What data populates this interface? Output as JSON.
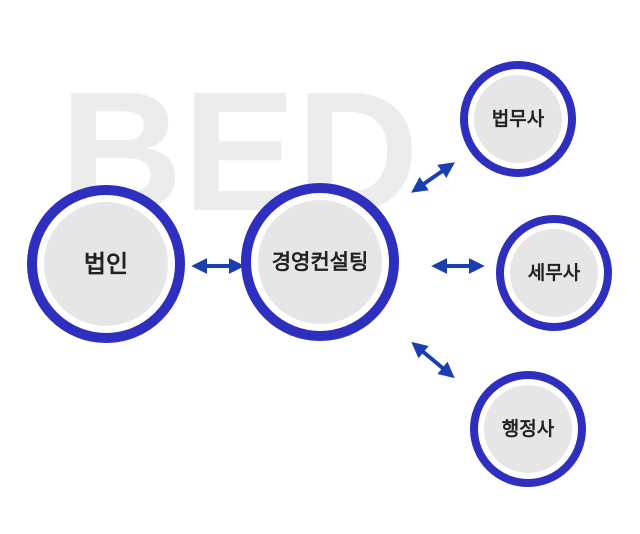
{
  "watermark": "BED",
  "nodes": {
    "corp": "법인",
    "consulting": "경영컨설팅",
    "legal_scrivener": "법무사",
    "tax_accountant": "세무사",
    "admin_scrivener": "행정사"
  },
  "colors": {
    "ring": "#2e2ebf",
    "inner_fill": "#e6e6e6",
    "arrow": "#1a3fb0",
    "watermark": "#ececec",
    "label": "#222222"
  }
}
